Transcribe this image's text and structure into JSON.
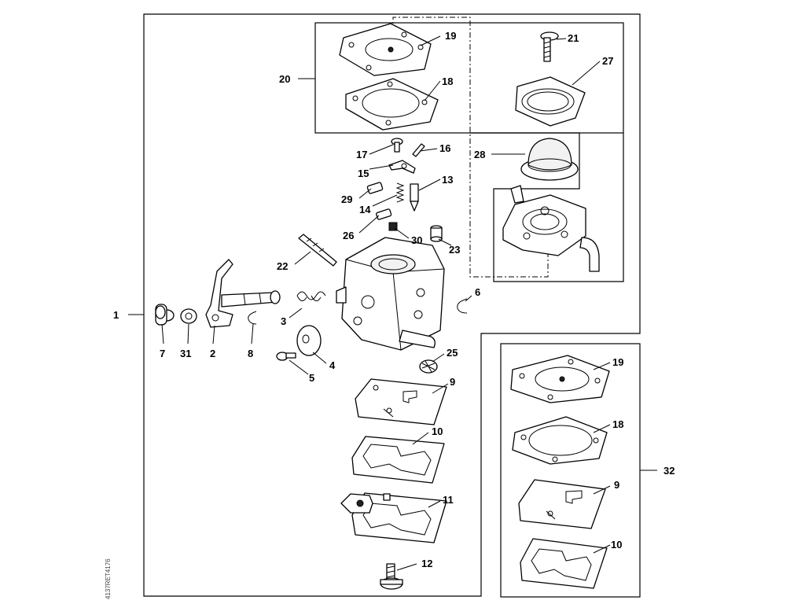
{
  "diagram": {
    "callouts": {
      "c1": "1",
      "c2": "2",
      "c3": "3",
      "c4": "4",
      "c5": "5",
      "c6": "6",
      "c7": "7",
      "c8": "8",
      "c9": "9",
      "c10": "10",
      "c11": "11",
      "c12": "12",
      "c13": "13",
      "c14": "14",
      "c15": "15",
      "c16": "16",
      "c17": "17",
      "c18": "18",
      "c19": "19",
      "c20": "20",
      "c21": "21",
      "c22": "22",
      "c23": "23",
      "c25": "25",
      "c26": "26",
      "c27": "27",
      "c28": "28",
      "c29": "29",
      "c30": "30",
      "c31": "31",
      "c32": "32",
      "k19": "19",
      "k18": "18",
      "k9": "9",
      "k10": "10"
    },
    "vertical_code": "4137RET4176"
  }
}
